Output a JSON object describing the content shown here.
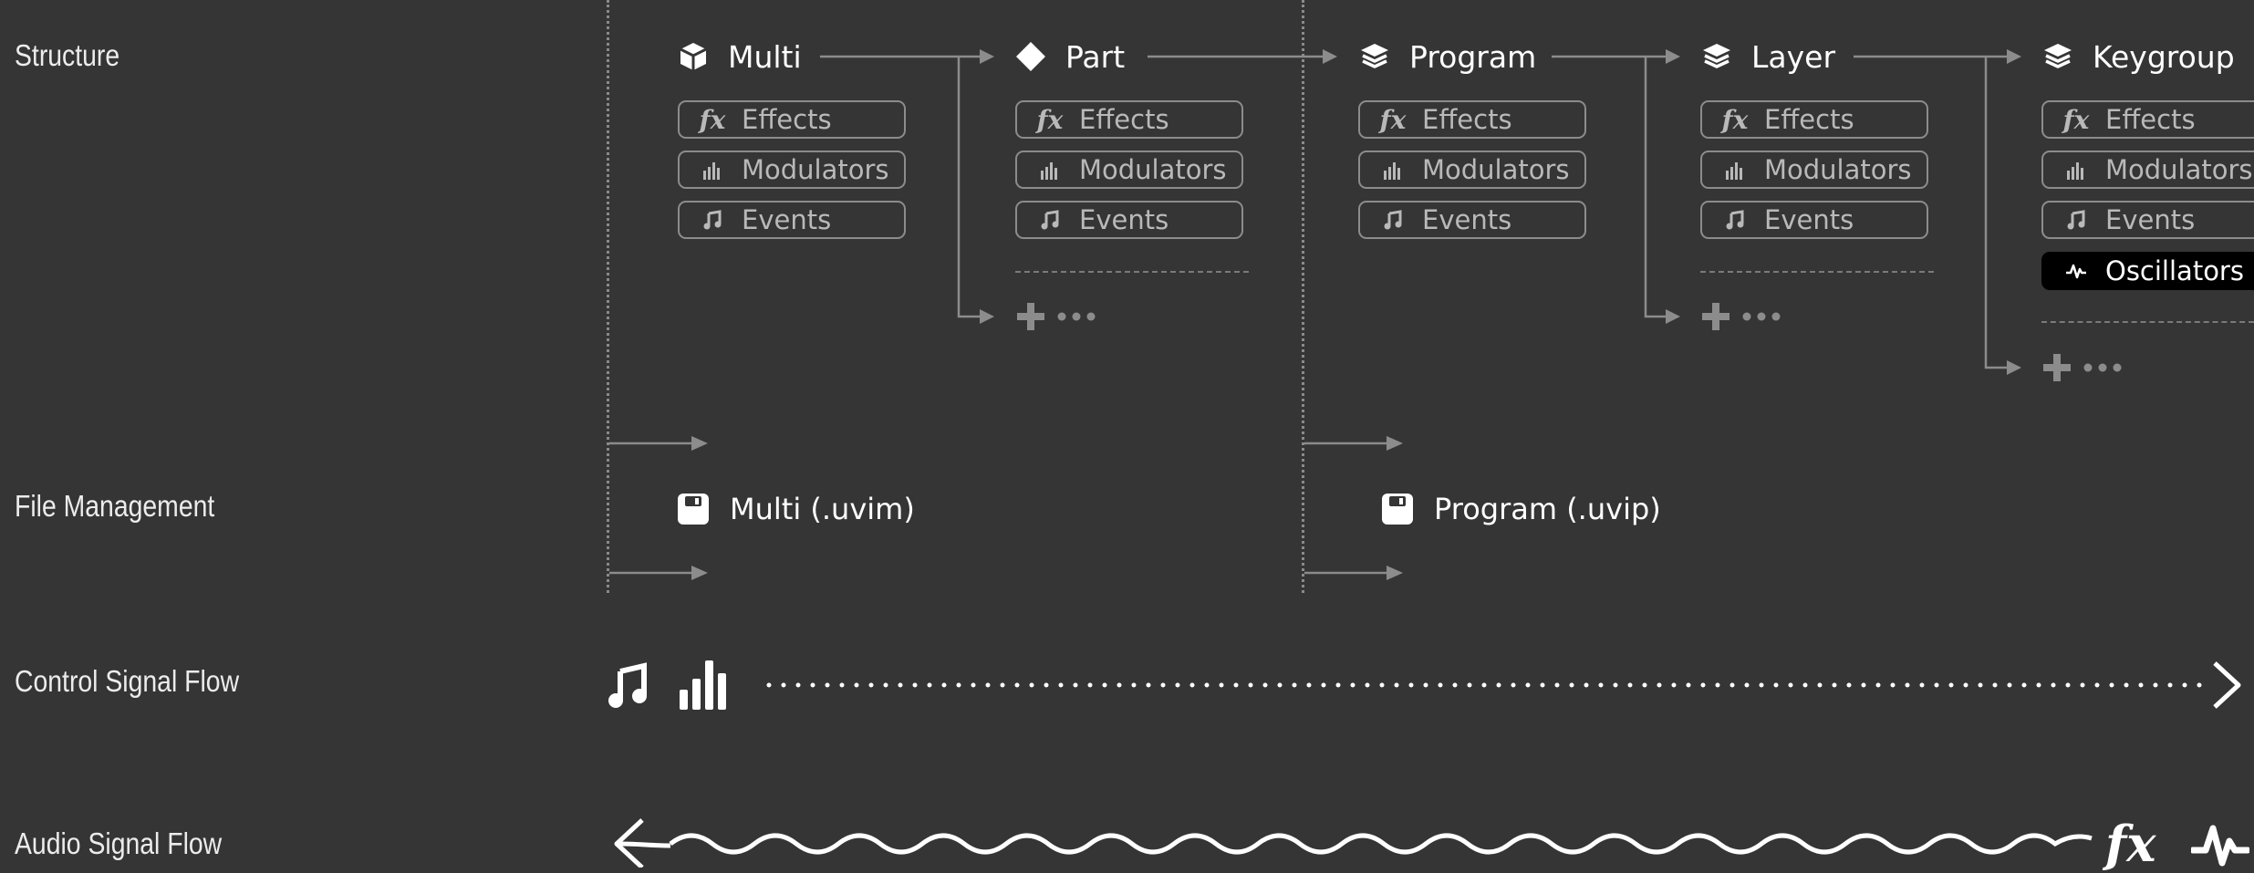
{
  "rows": {
    "structure": "Structure",
    "file_management": "File Management",
    "control_signal_flow": "Control Signal Flow",
    "audio_signal_flow": "Audio Signal Flow"
  },
  "nodes": {
    "multi": "Multi",
    "part": "Part",
    "program": "Program",
    "layer": "Layer",
    "keygroup": "Keygroup"
  },
  "pills": {
    "effects": "Effects",
    "modulators": "Modulators",
    "events": "Events",
    "oscillators": "Oscillators"
  },
  "files": {
    "multi": "Multi (.uvim)",
    "program": "Program (.uvip)"
  },
  "icons": {
    "fx": "fx",
    "multi": "cube-icon",
    "part": "diamond-icon",
    "program": "layers-icon",
    "layer": "layers-icon",
    "keygroup": "layers-icon",
    "file": "floppy-disk-icon",
    "control": [
      "music-note-icon",
      "bars-icon"
    ],
    "audio": [
      "fx-icon",
      "waveform-icon"
    ]
  },
  "colors": {
    "background": "#353535",
    "line": "#8c8c8c",
    "text": "#ffffff",
    "muted": "#b9b9b9"
  }
}
